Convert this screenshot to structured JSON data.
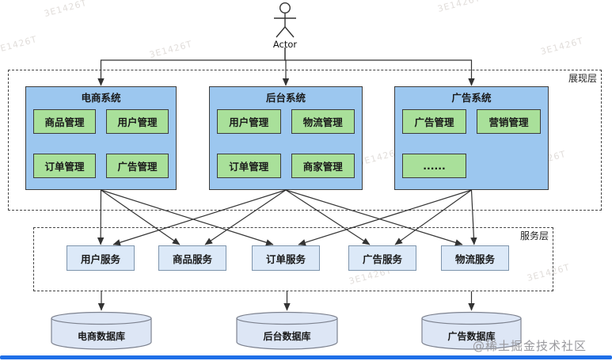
{
  "actor": {
    "label": "Actor"
  },
  "layers": {
    "presentation": "展现层",
    "service": "服务层"
  },
  "systems": [
    {
      "id": "system-ecommerce",
      "title": "电商系统",
      "modules": [
        "商品管理",
        "用户管理",
        "订单管理",
        "广告管理"
      ]
    },
    {
      "id": "system-backend",
      "title": "后台系统",
      "modules": [
        "用户管理",
        "物流管理",
        "订单管理",
        "商家管理"
      ]
    },
    {
      "id": "system-ad",
      "title": "广告系统",
      "modules": [
        "广告管理",
        "营销管理",
        "......"
      ]
    }
  ],
  "services": [
    {
      "id": "service-user",
      "label": "用户服务"
    },
    {
      "id": "service-product",
      "label": "商品服务"
    },
    {
      "id": "service-order",
      "label": "订单服务"
    },
    {
      "id": "service-ad",
      "label": "广告服务"
    },
    {
      "id": "service-logistics",
      "label": "物流服务"
    }
  ],
  "databases": [
    {
      "id": "db-ecommerce",
      "label": "电商数据库"
    },
    {
      "id": "db-backend",
      "label": "后台数据库"
    },
    {
      "id": "db-ad",
      "label": "广告数据库"
    }
  ],
  "edges": [
    {
      "from": "actor",
      "to": "system-ecommerce",
      "type": "elbow"
    },
    {
      "from": "actor",
      "to": "system-backend",
      "type": "elbow"
    },
    {
      "from": "actor",
      "to": "system-ad",
      "type": "elbow"
    },
    {
      "from": "system-ecommerce",
      "to": "service-user"
    },
    {
      "from": "system-ecommerce",
      "to": "service-product"
    },
    {
      "from": "system-ecommerce",
      "to": "service-order"
    },
    {
      "from": "system-backend",
      "to": "service-user"
    },
    {
      "from": "system-backend",
      "to": "service-product"
    },
    {
      "from": "system-backend",
      "to": "service-ad"
    },
    {
      "from": "system-backend",
      "to": "service-logistics"
    },
    {
      "from": "system-ad",
      "to": "service-order"
    },
    {
      "from": "system-ad",
      "to": "service-ad"
    },
    {
      "from": "system-ad",
      "to": "service-logistics"
    },
    {
      "from": "services-layer",
      "to": "db-ecommerce"
    },
    {
      "from": "services-layer",
      "to": "db-backend"
    },
    {
      "from": "services-layer",
      "to": "db-ad"
    }
  ],
  "watermark": {
    "tile": "3E1426T",
    "attribution": "@稀土掘金技术社区"
  },
  "colors": {
    "system_fill": "#9cc7ef",
    "module_fill": "#a9e09a",
    "service_fill": "#dce9f8",
    "cylinder_fill": "#dde6f5",
    "edge": "#333333",
    "bottom_bar": "#1f6fe8"
  }
}
